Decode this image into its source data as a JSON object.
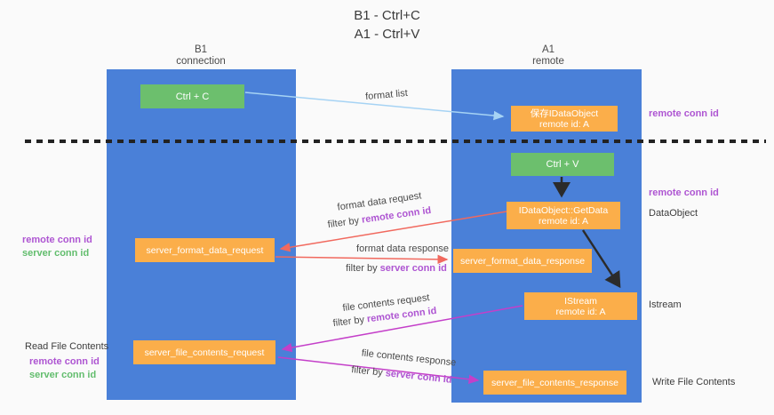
{
  "title": {
    "line1": "B1 - Ctrl+C",
    "line2": "A1 - Ctrl+V"
  },
  "lifelines": {
    "left": {
      "name": "B1",
      "role": "connection"
    },
    "right": {
      "name": "A1",
      "role": "remote"
    }
  },
  "nodes": {
    "ctrl_c": {
      "label": "Ctrl + C"
    },
    "ctrl_v": {
      "label": "Ctrl + V"
    },
    "save_idataobject": {
      "line1": "保存IDataObject",
      "line2": "remote id: A"
    },
    "getdata": {
      "line1": "IDataObject::GetData",
      "line2": "remote id: A"
    },
    "istream": {
      "line1": "IStream",
      "line2": "remote id: A"
    },
    "server_format_data_request": {
      "label": "server_format_data_request"
    },
    "server_format_data_response": {
      "label": "server_format_data_response"
    },
    "server_file_contents_request": {
      "label": "server_file_contents_request"
    },
    "server_file_contents_response": {
      "label": "server_file_contents_response"
    }
  },
  "edge_labels": {
    "format_list": "format list",
    "format_data_request": "format data request",
    "format_data_response": "format data response",
    "file_contents_request": "file contents request",
    "file_contents_response": "file contents response",
    "filter_by": "filter by",
    "remote_conn_id": "remote conn id",
    "server_conn_id": "server conn id"
  },
  "side_labels": {
    "remote_conn_id": "remote conn id",
    "server_conn_id": "server conn id",
    "dataobject": "DataObject",
    "istream": "Istream",
    "read_file_contents": "Read File Contents",
    "write_file_contents": "Write File Contents"
  },
  "colors": {
    "lifeline_blue": "#4a80d8",
    "box_orange": "#fbae4a",
    "box_green": "#6cbf6d",
    "arrow_red": "#f1695e",
    "arrow_magenta": "#c43fc9",
    "arrow_light_blue": "#a6d3f4",
    "arrow_black": "#2b2b2b",
    "text_purple": "#ae55d2",
    "text_green": "#62bd6d"
  }
}
